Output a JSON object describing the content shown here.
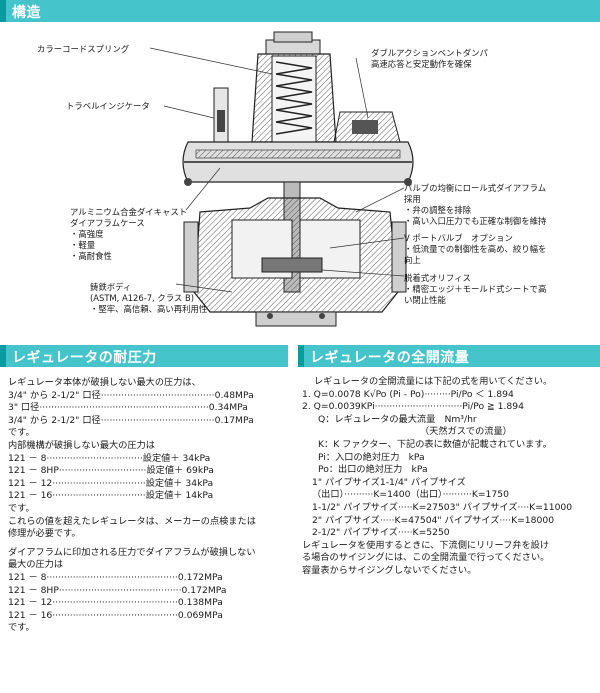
{
  "structure": {
    "heading": "構造",
    "callouts": {
      "color_code_spring": "カラーコードスプリング",
      "travel_indicator": "トラベルインジケータ",
      "damper_title": "ダブルアクションベントダンパ",
      "damper_desc": "高速応答と安定動作を確保",
      "valve_roll_1": "バルブの均衡にロール式ダイアフラム",
      "valve_roll_2": "採用",
      "valve_roll_3": "・弁の調整を排除",
      "valve_roll_4": "・高い入口圧力でも正確な制御を維持",
      "vport_1": "V ポートバルブ　オプション",
      "vport_2": "・低流量での制御性を高め、絞り幅を",
      "vport_3": "向上",
      "aluminum_1": "アルミニウム合金ダイキャスト",
      "aluminum_2": "ダイアフラムケース",
      "aluminum_3": "・高強度",
      "aluminum_4": "・軽量",
      "aluminum_5": "・高耐食性",
      "orifice_1": "脱着式オリフィス",
      "orifice_2": "・精密エッジ＋モールド式シートで高",
      "orifice_3": "い閉止性能",
      "iron_1": "鋳鉄ボディ",
      "iron_2": "(ASTM, A126-7, クラス B)",
      "iron_3": "・堅牢、高信頼、高い再利用性"
    }
  },
  "pressure": {
    "heading": "レギュレータの耐圧力",
    "lines": [
      "レギュレータ本体が破損しない最大の圧力は、",
      "3/4\" から 2-1/2\" 口径·······································0.48MPa",
      "3\" 口径··························································0.34MPa",
      "3/4\" から 2-1/2\" 口径·······································0.17MPa",
      "です。",
      "内部機構が破損しない最大の圧力は",
      "121 － 8·································設定値＋ 34kPa",
      "121 － 8HP······························設定値＋ 69kPa",
      "121 － 12································設定値＋ 34kPa",
      "121 － 16································設定値＋ 14kPa",
      "です。",
      "これらの値を超えたレギュレータは、メーカーの点検または",
      "修理が必要です。"
    ],
    "lines2": [
      "ダイアフラムに印加される圧力でダイアフラムが破損しない",
      "最大の圧力は",
      "121 － 8·············································0.172MPa",
      "121 － 8HP··········································0.172MPa",
      "121 － 12···········································0.138MPa",
      "121 － 16···········································0.069MPa",
      "です。"
    ]
  },
  "flow": {
    "heading": "レギュレータの全開流量",
    "intro": "レギュレータの全開流量には下記の式を用いてください。",
    "formula1": "1. Q=0.0078 K√Po (Pi - Po)·········Pi/Po ＜ 1.894",
    "formula2": "2. Q=0.0039KPi······························Pi/Po ≧ 1.894",
    "q_def": "Q：レギュレータの最大流量　Nm³/hr",
    "q_note": "（天然ガスでの流量）",
    "k_def": "K：K ファクター、下記の表に数値が記載されています。",
    "pi_def": "Pi：入口の絶対圧力　kPa",
    "po_def": "Po：出口の絶対圧力　kPa",
    "pipes": [
      [
        "1\" パイプサイズ",
        "1-1/4\" パイプサイズ"
      ],
      [
        "（出口）··········K=1400",
        "（出口）··········K=1750"
      ],
      [
        "1-1/2\" パイプサイズ·····K=2750",
        "3\" パイプサイズ····K=11000"
      ],
      [
        "2\" パイプサイズ·····K=4750",
        "4\" パイプサイズ····K=18000"
      ]
    ],
    "pipe_last": "2-1/2\" パイプサイズ·····K=5250",
    "outro1": "レギュレータを使用するときに、下流側にリリーフ弁を設け",
    "outro2": "る場合のサイジングには、この全開流量で行ってください。",
    "outro3": "容量表からサイジングしないでください。"
  },
  "colors": {
    "heading_bar": "#46c4cb",
    "heading_accent": "#0a9aa2"
  }
}
